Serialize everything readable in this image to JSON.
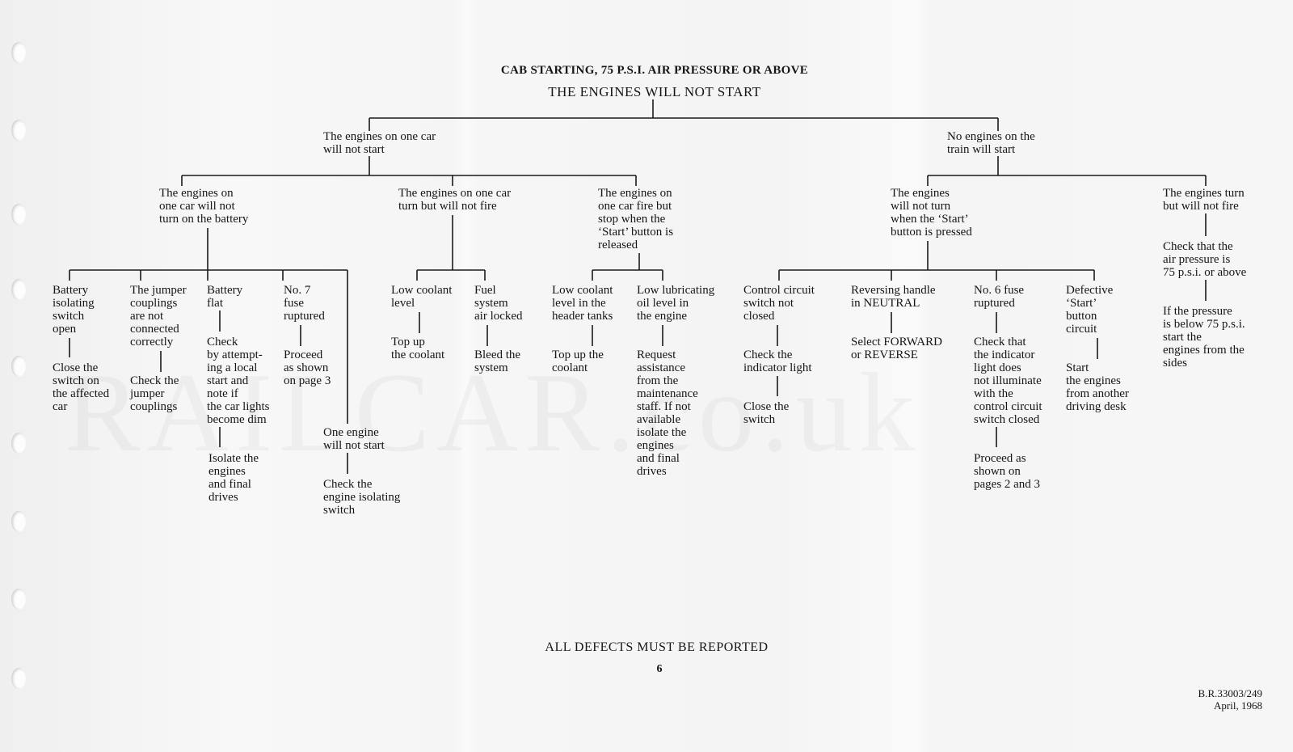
{
  "header": {
    "title": "CAB STARTING, 75 P.S.I. AIR PRESSURE OR ABOVE",
    "subtitle": "THE ENGINES WILL NOT START"
  },
  "watermark": "RAILCAR.co.uk",
  "nodes": {
    "one_car": "The engines on one car\nwill not start",
    "no_engines": "No engines on the\ntrain will start",
    "not_turn_battery": "The engines on\none car will not\nturn on the battery",
    "turn_not_fire_one": "The engines on one car\nturn but will not fire",
    "fire_but_stop": "The engines on\none car fire but\nstop when the\n‘Start’ button is\nreleased",
    "not_turn_start": "The engines\nwill not turn\nwhen the ‘Start’\nbutton is pressed",
    "turn_not_fire_train": "The engines turn\nbut will not fire",
    "battery_isolating": "Battery\nisolating\nswitch\nopen",
    "close_switch": "Close the\nswitch on\nthe affected\ncar",
    "jumper_couplings": "The jumper\ncouplings\nare not\nconnected\ncorrectly",
    "check_jumper": "Check the\njumper\ncouplings",
    "battery_flat": "Battery\nflat",
    "check_attempting": "Check\nby attempt-\ning a local\nstart and\nnote if\nthe car lights\nbecome dim",
    "isolate_engines": "Isolate the\nengines\nand final\ndrives",
    "no7_fuse": "No. 7\nfuse\nruptured",
    "proceed_page3": "Proceed\nas shown\non page 3",
    "one_engine": "One engine\nwill not start",
    "check_isolating": "Check the\nengine isolating\nswitch",
    "low_coolant": "Low coolant\nlevel",
    "top_up_coolant_1": "Top up\nthe coolant",
    "fuel_air_locked": "Fuel\nsystem\nair locked",
    "bleed_system": "Bleed the\nsystem",
    "low_coolant_header": "Low coolant\nlevel in the\nheader tanks",
    "top_up_coolant_2": "Top up the\ncoolant",
    "low_lub_oil": "Low lubricating\noil level in\nthe engine",
    "request_assistance": "Request\nassistance\nfrom the\nmaintenance\nstaff. If not\navailable\nisolate the\nengines\nand final\ndrives",
    "control_circuit": "Control circuit\nswitch not\nclosed",
    "check_indicator": "Check the\nindicator light",
    "close_the_switch": "Close the\nswitch",
    "reversing_handle": "Reversing handle\nin NEUTRAL",
    "select_forward": "Select FORWARD\nor REVERSE",
    "no6_fuse": "No. 6 fuse\nruptured",
    "check_indicator_light": "Check that\nthe indicator\nlight does\nnot illuminate\nwith the\ncontrol circuit\nswitch closed",
    "proceed_pages23": "Proceed as\nshown on\npages 2 and 3",
    "defective_start": "Defective\n‘Start’\nbutton\ncircuit",
    "start_another": "Start\nthe engines\nfrom another\ndriving desk",
    "check_air": "Check that the\nair pressure is\n75 p.s.i. or above",
    "if_pressure": "If the pressure\nis below 75 p.s.i.\nstart the\nengines from the\nsides"
  },
  "footer": {
    "notice": "ALL DEFECTS MUST BE REPORTED",
    "page_number": "6",
    "reference": "B.R.33003/249\nApril, 1968"
  }
}
